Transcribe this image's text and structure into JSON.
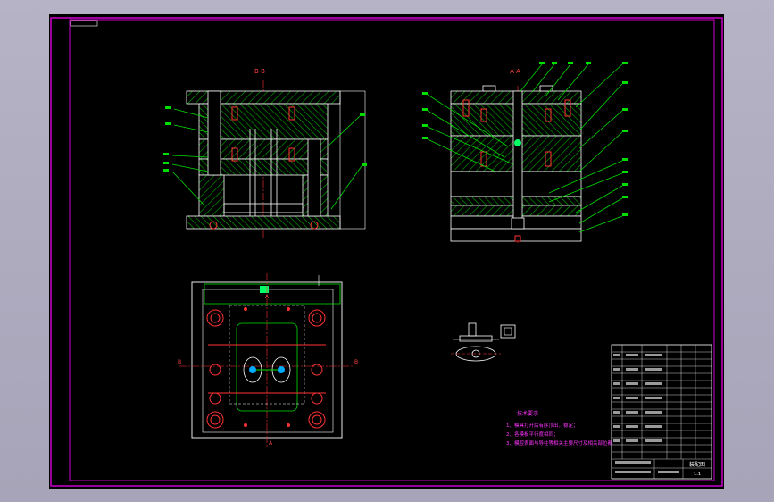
{
  "drawing": {
    "section_labels": [
      "B-B",
      "A-A"
    ],
    "plan_marks": [
      "A",
      "B",
      "B",
      "A"
    ],
    "tech_requirements": {
      "title": "技术要求",
      "lines": [
        "1、模具打开后有序顶出，稳定；",
        "2、各模板平行度相同；",
        "3、模腔表面与导柱等相关主要尺寸及相关部位都进行调整。"
      ]
    },
    "title_block": {
      "drawing_title": "装配图",
      "scale": "1:1"
    }
  },
  "colors": {
    "border": "#cc00cc",
    "linework": "#ffffff",
    "hatch": "#00cc00",
    "leader": "#00dd00",
    "centerline": "#ff3333",
    "text_red": "#ff4444",
    "text_magenta": "#ff33ff"
  }
}
